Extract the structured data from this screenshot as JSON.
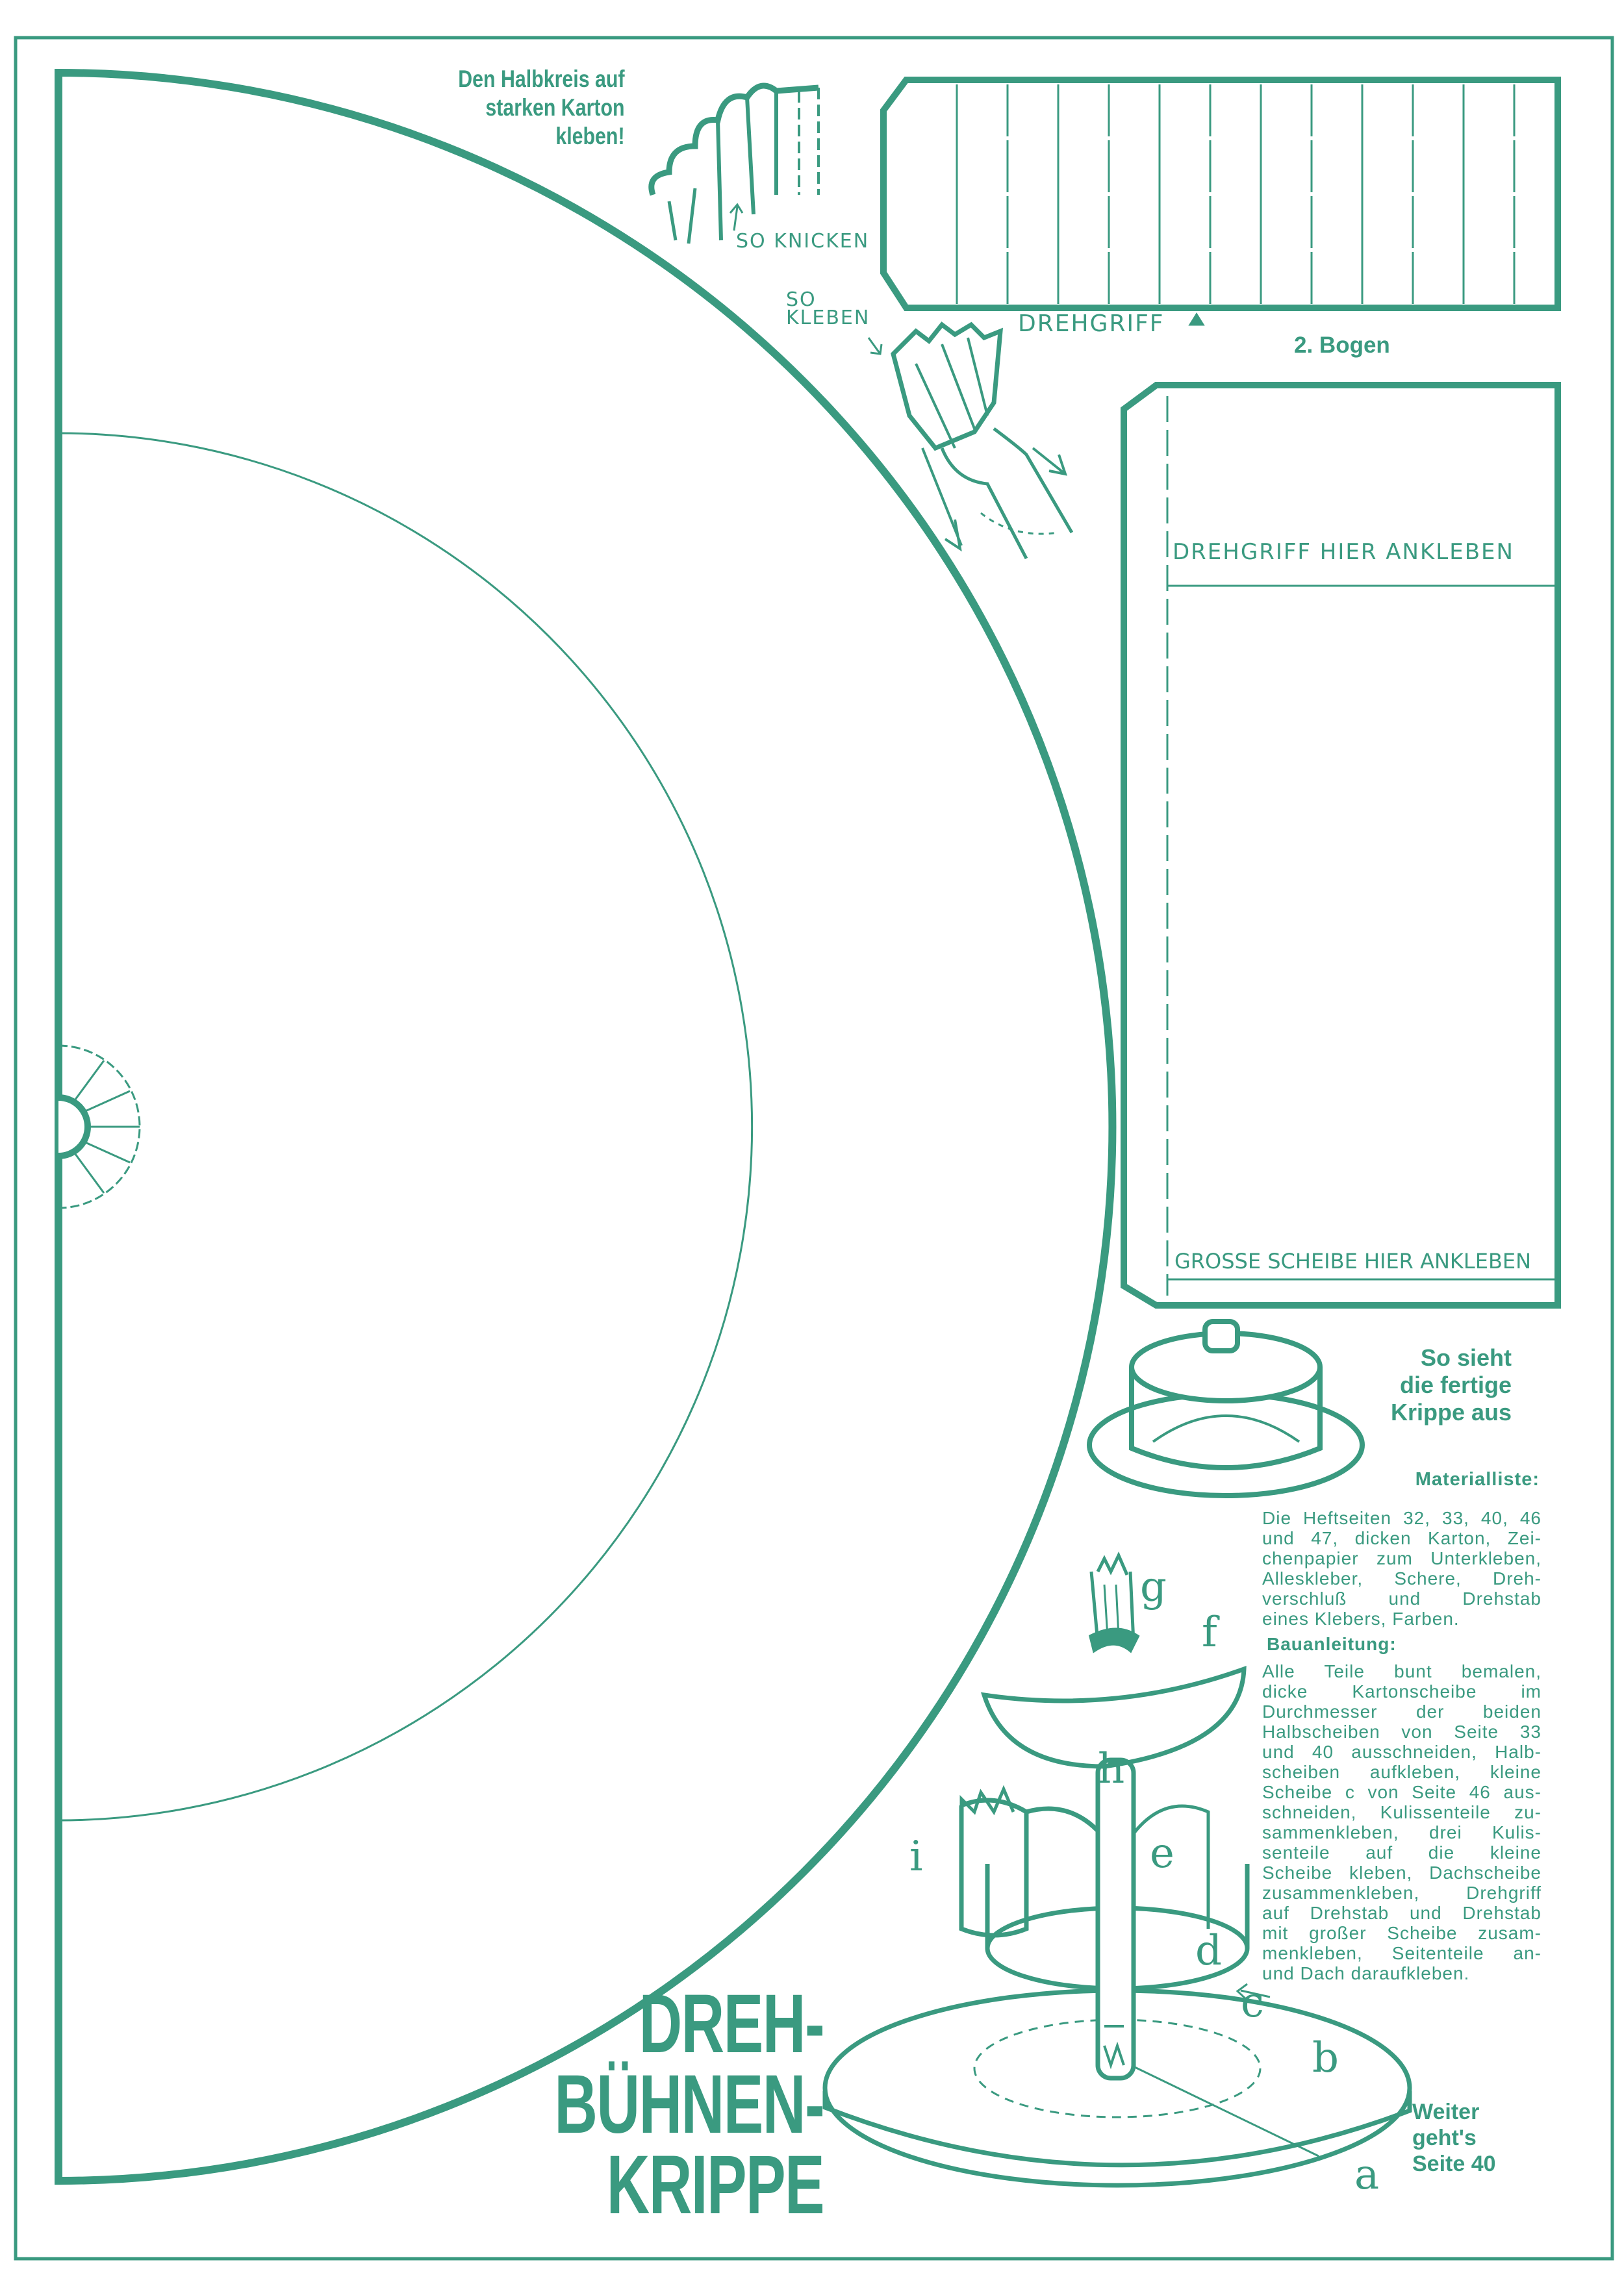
{
  "hint": [
    "Den Halbkreis auf",
    "starken Karton",
    "kleben!"
  ],
  "labels": {
    "so_knicken": "SO KNICKEN",
    "so_kleben": [
      "SO",
      "KLEBEN"
    ],
    "drehgriff": "DREHGRIFF",
    "drehgriff_hier": "DREHGRIFF HIER ANKLEBEN",
    "grosse_scheibe": "GROSSE SCHEIBE HIER ANKLEBEN"
  },
  "sheet": "2. Bogen",
  "finished": [
    "So sieht",
    "die fertige",
    "Krippe aus"
  ],
  "materialliste": {
    "heading": "Materialliste:",
    "lines": [
      "Die Heftseiten 32, 33, 40, 46",
      "und 47, dicken Karton, Zei-",
      "chenpapier zum Unterkleben,",
      "Alleskleber, Schere, Dreh-",
      "verschluß und Drehstab",
      "eines Klebers, Farben."
    ]
  },
  "bauanleitung": {
    "heading": "Bauanleitung:",
    "lines": [
      "Alle Teile bunt bemalen,",
      "dicke Kartonscheibe im",
      "Durchmesser der beiden",
      "Halbscheiben von Seite 33",
      "und 40 ausschneiden, Halb-",
      "scheiben aufkleben, kleine",
      "Scheibe c von Seite 46 aus-",
      "schneiden, Kulissenteile zu-",
      "sammenkleben, drei Kulis-",
      "senteile auf die kleine",
      "Scheibe kleben, Dachscheibe",
      "zusammenkleben, Drehgriff",
      "auf Drehstab und Drehstab",
      "mit großer Scheibe zusam-",
      "menkleben, Seitenteile an-",
      "und Dach daraufkleben."
    ]
  },
  "part_letters": [
    "a",
    "b",
    "c",
    "d",
    "e",
    "f",
    "g",
    "h",
    "i"
  ],
  "title": [
    "DREH-",
    "BÜHNEN-",
    "KRIPPE"
  ],
  "continue": [
    "Weiter",
    "geht's",
    "Seite 40"
  ],
  "colors": {
    "ink": "#3a9a80"
  }
}
